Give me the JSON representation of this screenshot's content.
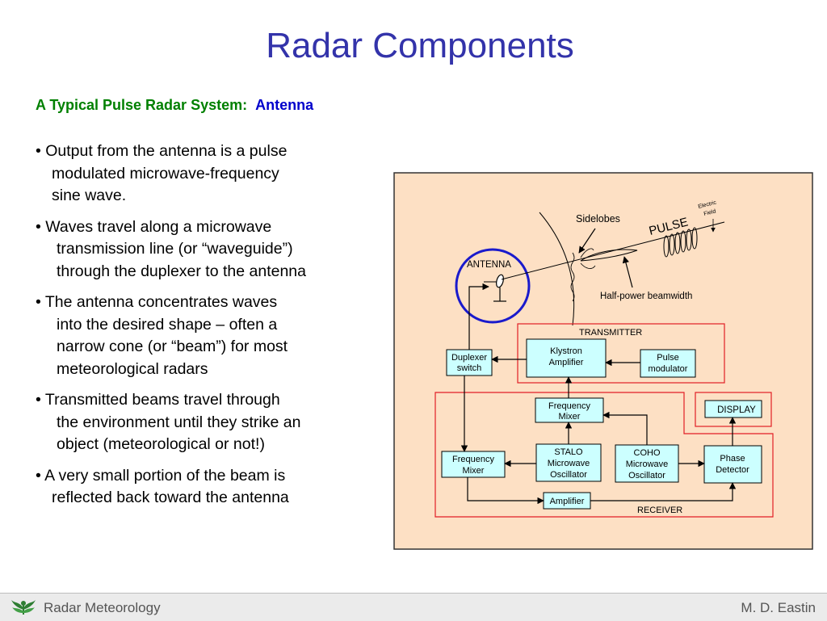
{
  "title": "Radar Components",
  "subtitle": {
    "main": "A Typical Pulse Radar System:",
    "accent": "Antenna"
  },
  "bullets": [
    [
      "• Output from the antenna is a pulse",
      "modulated microwave-frequency",
      "sine wave."
    ],
    [
      "•  Waves travel along a microwave",
      "transmission line (or “waveguide”)",
      "through the duplexer to the antenna"
    ],
    [
      "• The antenna concentrates waves",
      "into the desired shape – often a",
      "narrow cone (or “beam”) for most",
      "meteorological radars"
    ],
    [
      "• Transmitted beams travel through",
      "the environment until they strike an",
      "object (meteorological or not!)"
    ],
    [
      "• A very small portion of the beam is",
      "reflected back toward the antenna"
    ]
  ],
  "diagram": {
    "labels": {
      "antenna": "ANTENNA",
      "sidelobes": "Sidelobes",
      "pulse": "PULSE",
      "electric_field": [
        "Electric",
        "Field"
      ],
      "half_power": "Half-power beamwidth",
      "transmitter": "TRANSMITTER",
      "receiver": "RECEIVER"
    },
    "blocks": {
      "duplexer": [
        "Duplexer",
        "switch"
      ],
      "klystron": [
        "Klystron",
        "Amplifier"
      ],
      "pulse_modulator": [
        "Pulse",
        "modulator"
      ],
      "freq_mixer_top": [
        "Frequency",
        "Mixer"
      ],
      "display": "DISPLAY",
      "freq_mixer_left": [
        "Frequency",
        "Mixer"
      ],
      "stalo": [
        "STALO",
        "Microwave",
        "Oscillator"
      ],
      "coho": [
        "COHO",
        "Microwave",
        "Oscillator"
      ],
      "phase_detector": [
        "Phase",
        "Detector"
      ],
      "amplifier": "Amplifier"
    },
    "colors": {
      "background": "#fde0c4",
      "block_fill": "#ccffff",
      "section_border": "#e21e26",
      "antenna_circle": "#1a1acc"
    }
  },
  "footer": {
    "left": "Radar Meteorology",
    "right": "M. D. Eastin"
  }
}
